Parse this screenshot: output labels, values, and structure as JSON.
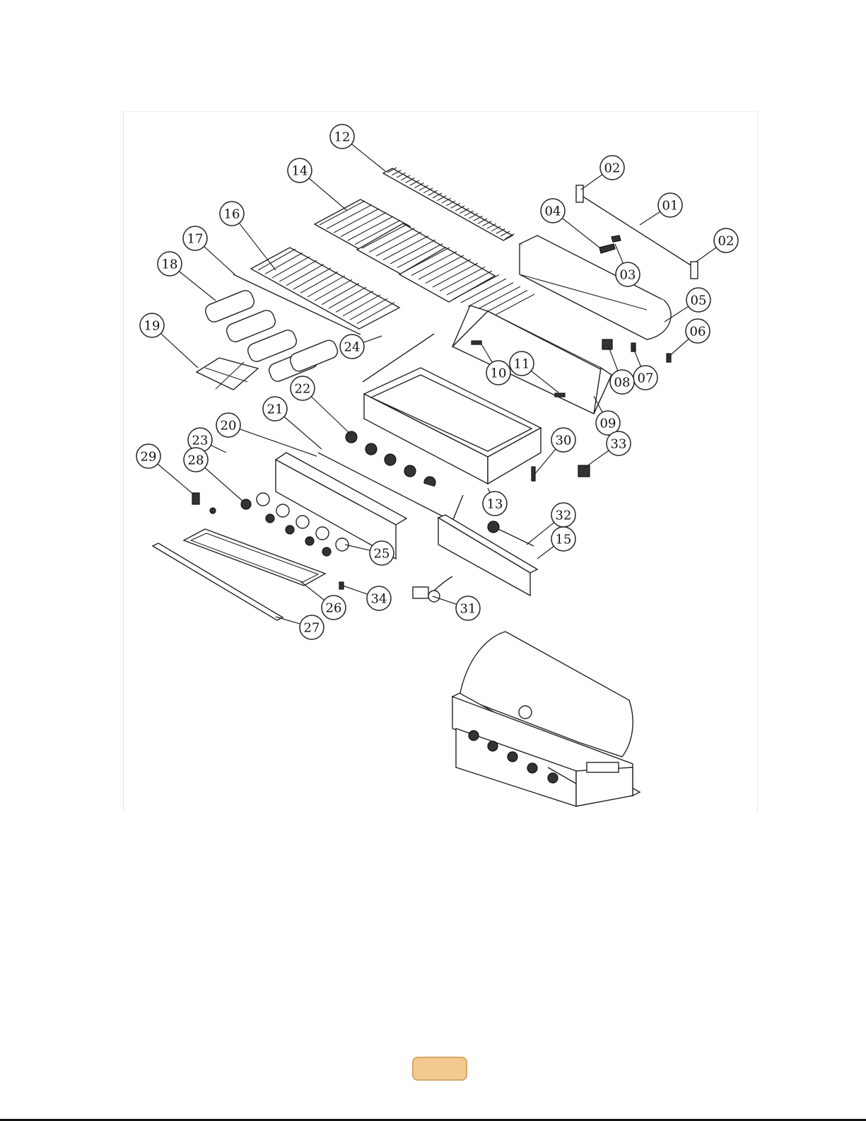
{
  "diagram": {
    "callouts": [
      "01",
      "02",
      "02",
      "03",
      "04",
      "05",
      "06",
      "07",
      "08",
      "09",
      "10",
      "11",
      "12",
      "13",
      "14",
      "15",
      "16",
      "17",
      "18",
      "19",
      "20",
      "21",
      "22",
      "23",
      "24",
      "25",
      "26",
      "27",
      "28",
      "29",
      "30",
      "31",
      "32",
      "33",
      "34"
    ]
  }
}
